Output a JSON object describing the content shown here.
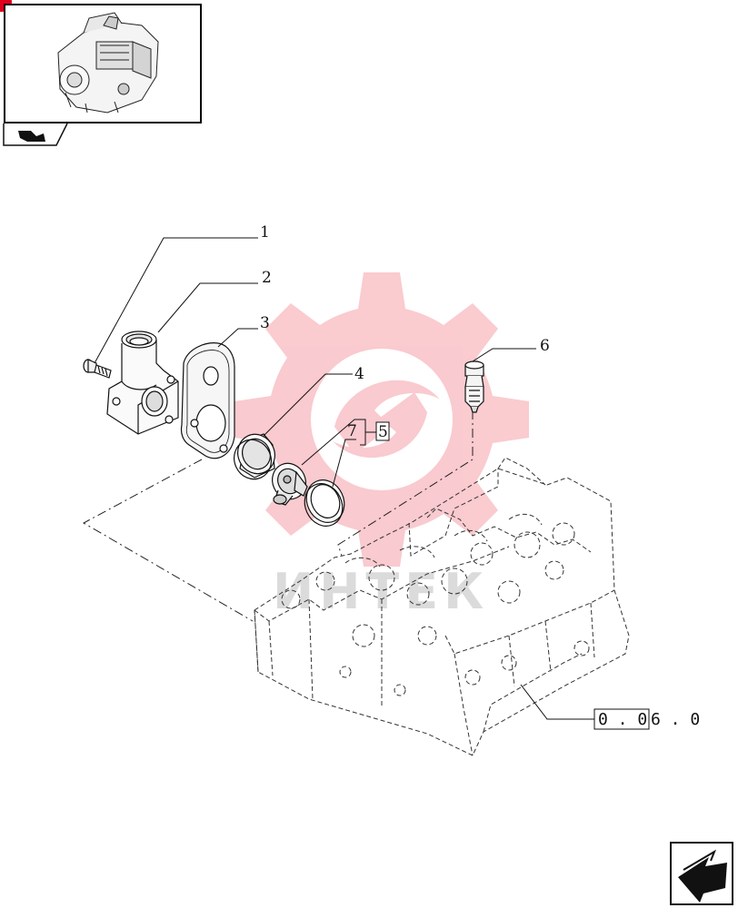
{
  "callouts": [
    {
      "id": "1",
      "label": "1"
    },
    {
      "id": "2",
      "label": "2"
    },
    {
      "id": "3",
      "label": "3"
    },
    {
      "id": "4",
      "label": "4"
    },
    {
      "id": "5",
      "label": "5"
    },
    {
      "id": "6",
      "label": "6"
    },
    {
      "id": "7",
      "label": "7"
    }
  ],
  "reference": {
    "boxed_part": "0 . 0",
    "rest": "6 . 0"
  },
  "colors": {
    "line": "#111111",
    "watermark": "#f5a0a8",
    "accent_red": "#e2001a"
  },
  "icons": {
    "thumbnail": "engine-thumbnail-icon",
    "tab": "engine-tab-icon",
    "next_page": "next-page-arrow-icon",
    "watermark": "gear-watermark-icon"
  }
}
